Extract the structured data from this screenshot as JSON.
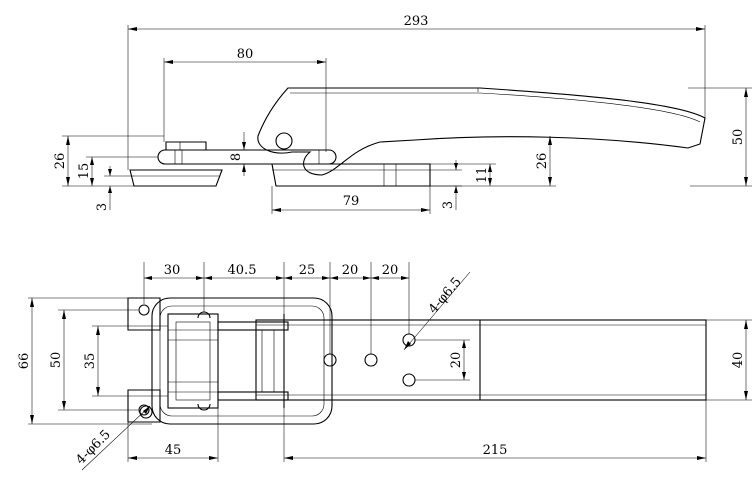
{
  "side_view": {
    "overall_length": "293",
    "pivot_distance": "80",
    "height_left": "26",
    "height_15": "15",
    "thickness_8": "8",
    "base_thickness_left": "3",
    "base_length": "79",
    "base_thickness_right": "3",
    "hook_height": "11",
    "handle_rise": "26",
    "overall_height": "50"
  },
  "top_view": {
    "pitch_30": "30",
    "pitch_40_5": "40.5",
    "pitch_25": "25",
    "pitch_20a": "20",
    "pitch_20b": "20",
    "hole_note_right": "4-φ6.5",
    "overall_width": "66",
    "frame_width": "50",
    "inner_width": "35",
    "hole_spacing": "20",
    "handle_width": "40",
    "hole_note_left": "4-φ6.5",
    "base_width": "45",
    "handle_length": "215"
  }
}
